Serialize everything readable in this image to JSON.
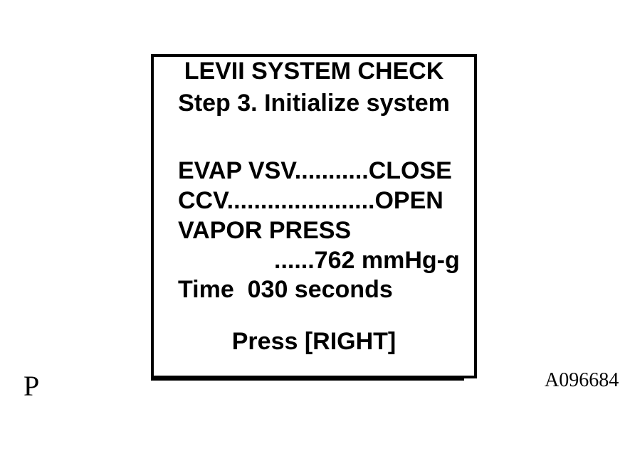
{
  "figure": {
    "page_label": "P",
    "figure_code": "A096684"
  },
  "tester_screen": {
    "title": "LEVII SYSTEM CHECK",
    "step": "Step 3. Initialize system",
    "readouts": [
      "EVAP VSV...........CLOSE",
      "CCV......................OPEN",
      "VAPOR PRESS",
      "......762 mmHg-g",
      "Time  030 seconds"
    ],
    "prompt": "Press [RIGHT]"
  },
  "colors": {
    "ink": "#000000",
    "paper": "#ffffff"
  }
}
